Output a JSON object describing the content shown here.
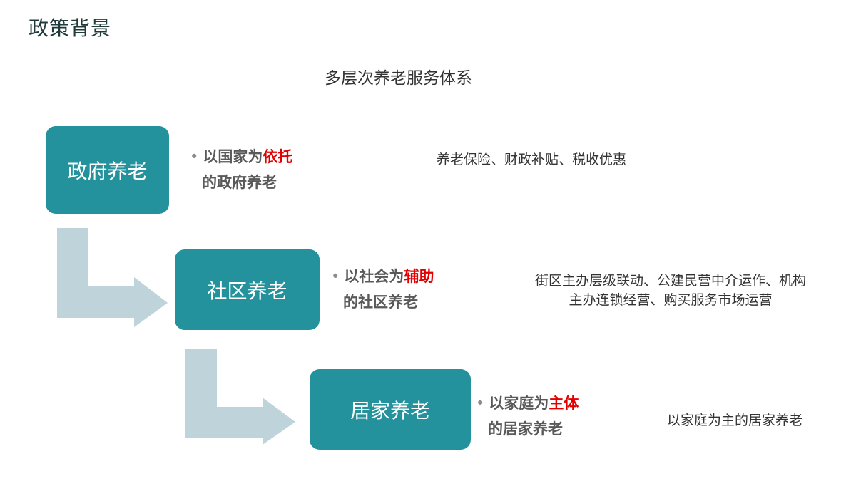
{
  "header": {
    "title": "政策背景"
  },
  "diagram": {
    "subtitle": "多层次养老服务体系",
    "colors": {
      "box": "#23929c",
      "arrow": "#bfd3da",
      "highlight": "#e30000"
    },
    "tiers": [
      {
        "name": "政府养老",
        "bullet_prefix": "以国家为",
        "bullet_highlight": "依托",
        "bullet_line2": "的政府养老",
        "desc_lines": [
          "养老保险、财政补贴、税收优惠"
        ]
      },
      {
        "name": "社区养老",
        "bullet_prefix": "以社会为",
        "bullet_highlight": "辅助",
        "bullet_line2": "的社区养老",
        "desc_lines": [
          "街区主办层级联动、公建民营中介运作、机构",
          "主办连锁经营、购买服务市场运营"
        ]
      },
      {
        "name": "居家养老",
        "bullet_prefix": "以家庭为",
        "bullet_highlight": "主体",
        "bullet_line2": "的居家养老",
        "desc_lines": [
          "以家庭为主的居家养老"
        ]
      }
    ]
  }
}
